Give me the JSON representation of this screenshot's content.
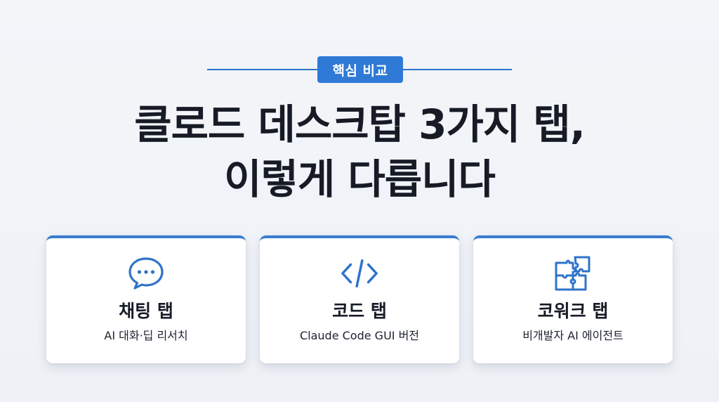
{
  "header": {
    "badge_label": "핵심 비교",
    "title_line1": "클로드 데스크탑 3가지 탭,",
    "title_line2": "이렇게 다릅니다"
  },
  "cards": [
    {
      "icon": "chat-bubble-icon",
      "title": "채팅 탭",
      "subtitle": "AI 대화·딥 리서치"
    },
    {
      "icon": "code-icon",
      "title": "코드 탭",
      "subtitle": "Claude Code GUI 버전"
    },
    {
      "icon": "puzzle-icon",
      "title": "코워크 탭",
      "subtitle": "비개발자 AI 에이전트"
    }
  ],
  "colors": {
    "accent": "#2f7ad6",
    "card_border": "#3a7bd0",
    "title_text": "#161b26",
    "background": "#f1f3f8"
  }
}
